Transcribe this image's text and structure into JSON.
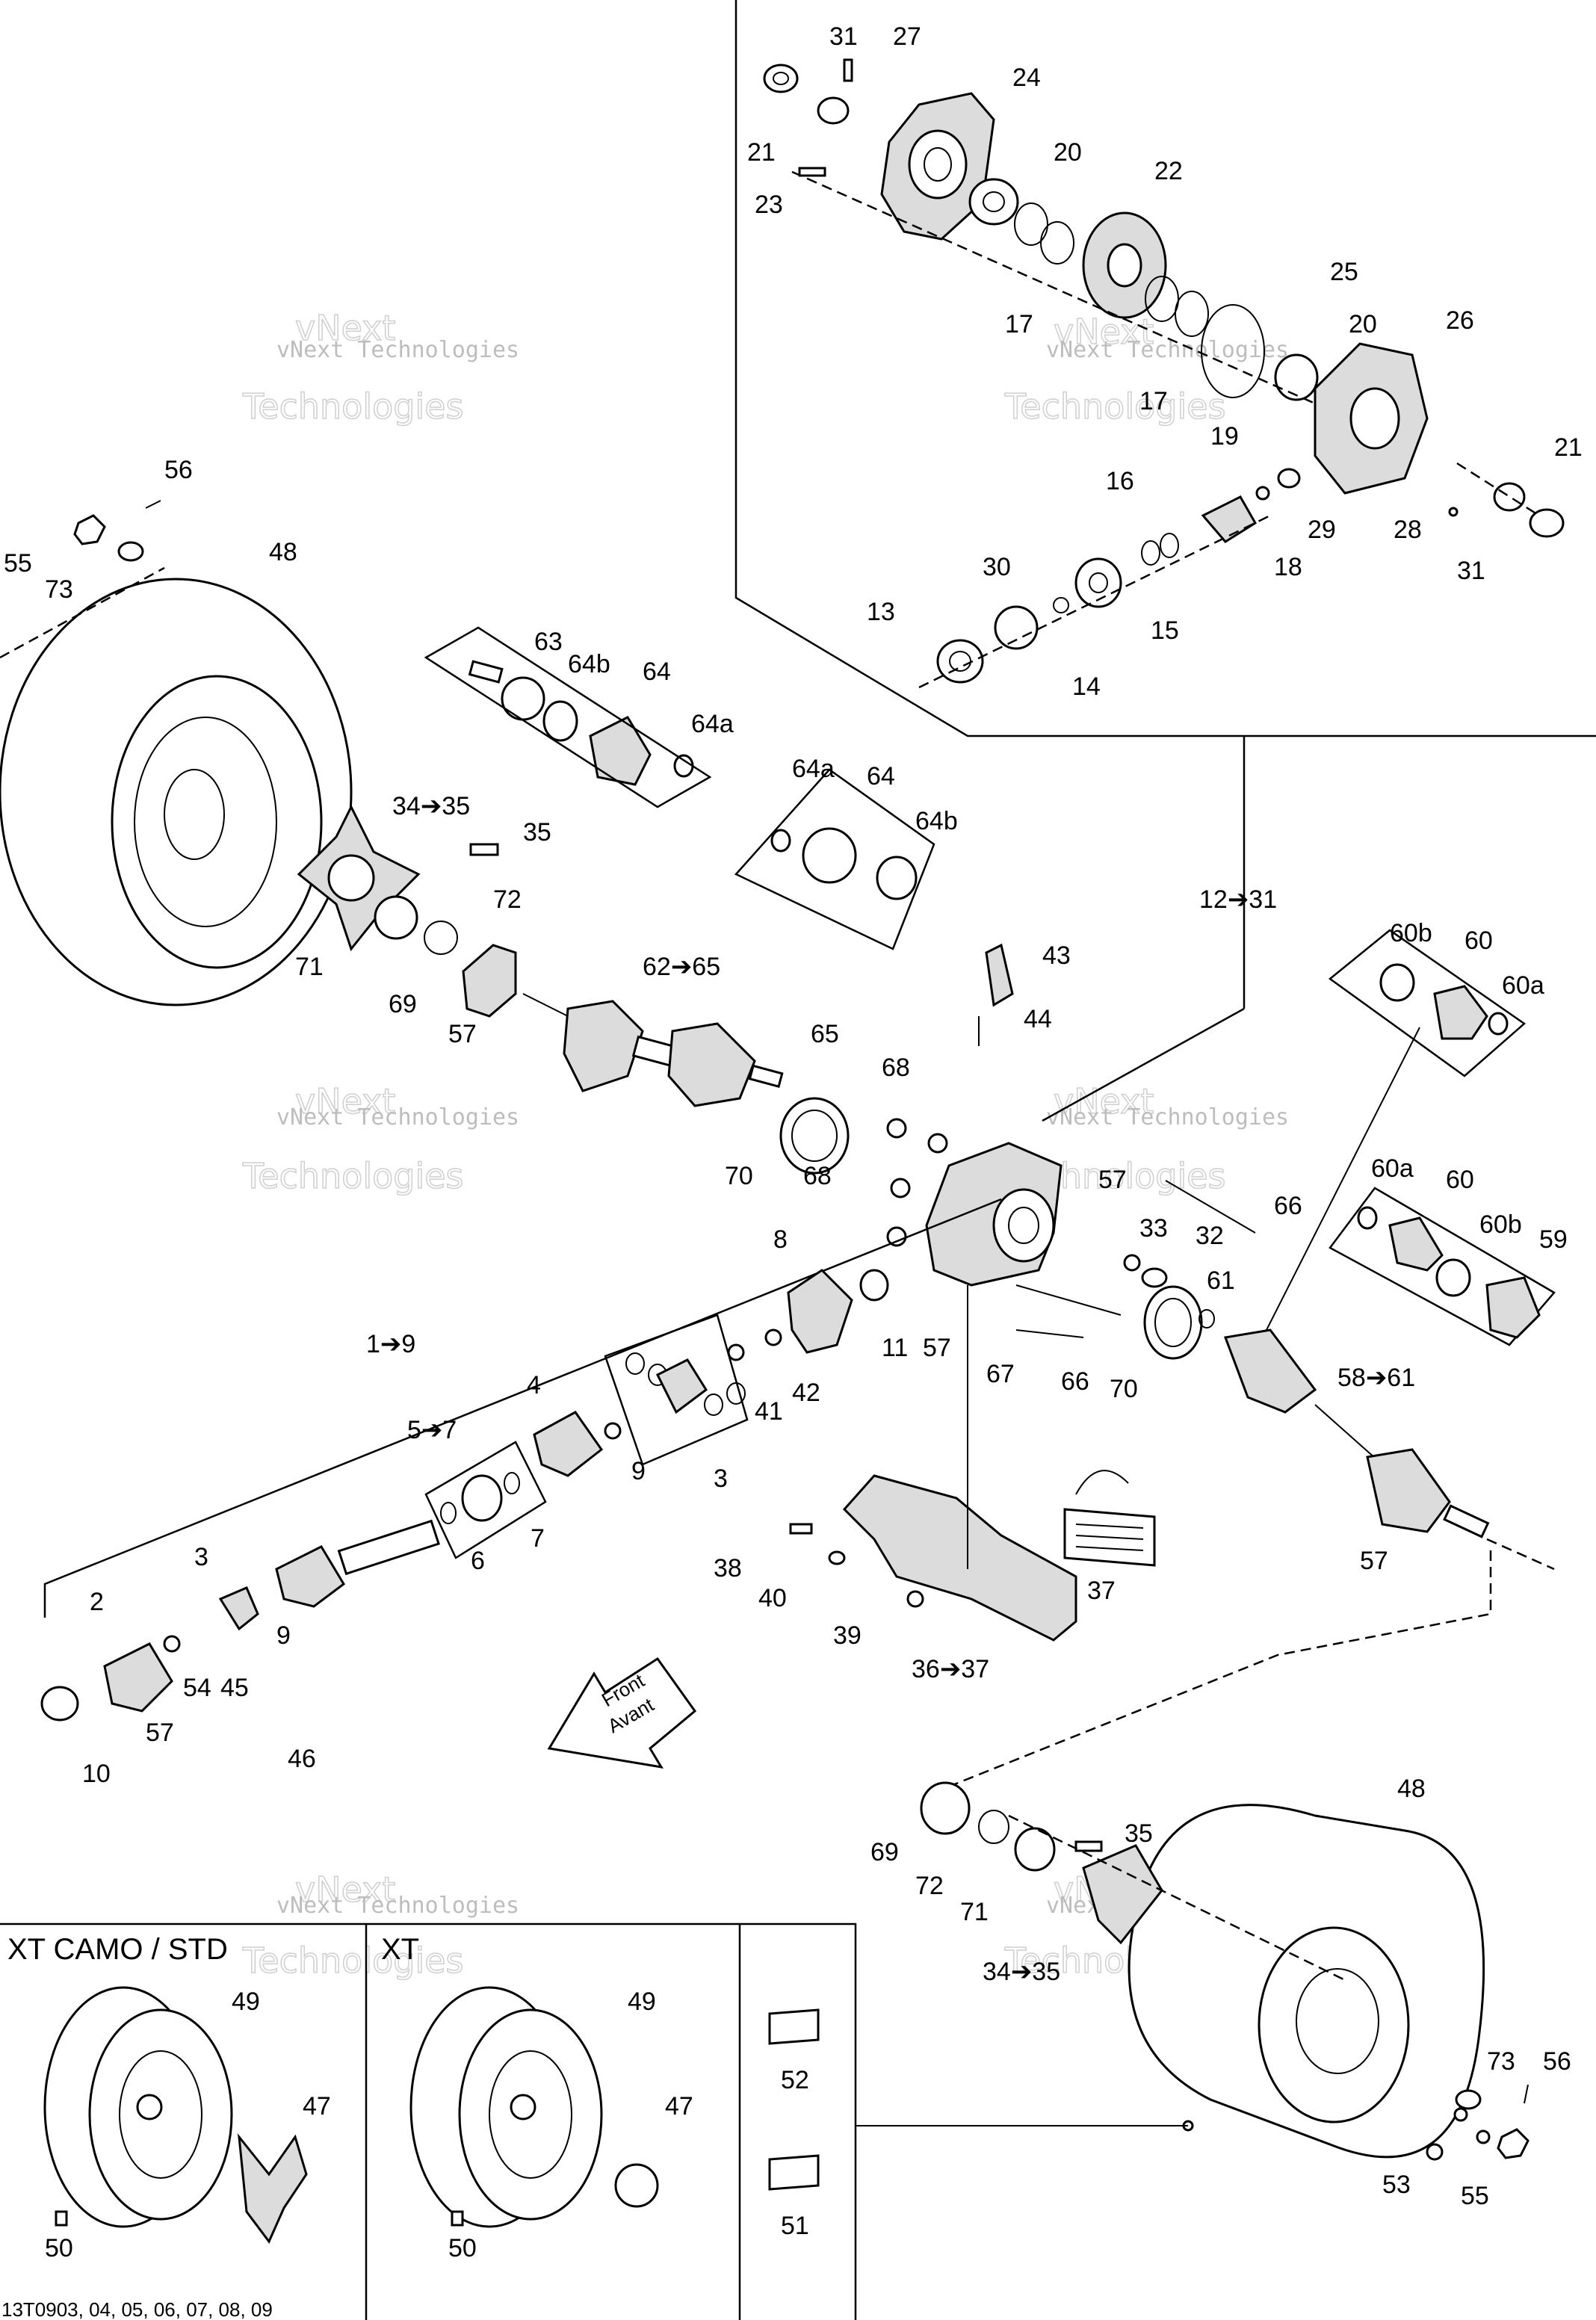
{
  "labels": {
    "l31a": "31",
    "l27": "27",
    "l24": "24",
    "l21a": "21",
    "l20a": "20",
    "l23": "23",
    "l22": "22",
    "l17a": "17",
    "l25": "25",
    "l17b": "17",
    "l20b": "20",
    "l26": "26",
    "l19": "19",
    "l21b": "21",
    "l16": "16",
    "l29": "29",
    "l28": "28",
    "l31b": "31",
    "l30": "30",
    "l18": "18",
    "l13": "13",
    "l15": "15",
    "l14": "14",
    "l56a": "56",
    "l55a": "55",
    "l73a": "73",
    "l48a": "48",
    "l63": "63",
    "l64b_a": "64b",
    "l64_a": "64",
    "l64a_a": "64a",
    "l64a_b": "64a",
    "l64_b": "64",
    "l64b_b": "64b",
    "l34_35a": "34➔35",
    "l35a": "35",
    "l72a": "72",
    "l71a": "71",
    "l69a": "69",
    "l57a": "57",
    "l62_65": "62➔65",
    "l12_31": "12➔31",
    "l65": "65",
    "l43": "43",
    "l44": "44",
    "l60b_a": "60b",
    "l60_a": "60",
    "l60a_a": "60a",
    "l68a": "68",
    "l70a": "70",
    "l68b": "68",
    "l57b": "57",
    "l66a": "66",
    "l60a_b": "60a",
    "l60_b": "60",
    "l60b_b": "60b",
    "l59": "59",
    "l33": "33",
    "l32": "32",
    "l61": "61",
    "l8": "8",
    "l1_9": "1➔9",
    "l4": "4",
    "l11": "11",
    "l57c": "57",
    "l42": "42",
    "l41": "41",
    "l5_7": "5➔7",
    "l9a": "9",
    "l3a": "3",
    "l67": "67",
    "l66b": "66",
    "l70b": "70",
    "l58_61": "58➔61",
    "l6": "6",
    "l7": "7",
    "l3b": "3",
    "l2": "2",
    "l9b": "9",
    "l38": "38",
    "l40": "40",
    "l39": "39",
    "l37": "37",
    "l36_37": "36➔37",
    "l57d": "57",
    "l54": "54",
    "l45": "45",
    "l57e": "57",
    "l46": "46",
    "l10": "10",
    "l48b": "48",
    "l69b": "69",
    "l35b": "35",
    "l72b": "72",
    "l71b": "71",
    "l34_35b": "34➔35",
    "l49a": "49",
    "l47a": "47",
    "l50a": "50",
    "l49b": "49",
    "l47b": "47",
    "l50b": "50",
    "l52": "52",
    "l51": "51",
    "l73b": "73",
    "l56b": "56",
    "l53": "53",
    "l55b": "55"
  },
  "front_arrow": {
    "line1": "Front",
    "line2": "Avant"
  },
  "variants": {
    "left": "XT CAMO / STD",
    "right": "XT"
  },
  "watermark": {
    "line1": "vNext",
    "line2": "vNext Technologies",
    "line3": "Technologies"
  },
  "footer_code": "13T0903, 04, 05, 06, 07, 08, 09",
  "colors": {
    "ink": "#000000",
    "paper": "#ffffff",
    "watermark": "#bdbdbd"
  }
}
